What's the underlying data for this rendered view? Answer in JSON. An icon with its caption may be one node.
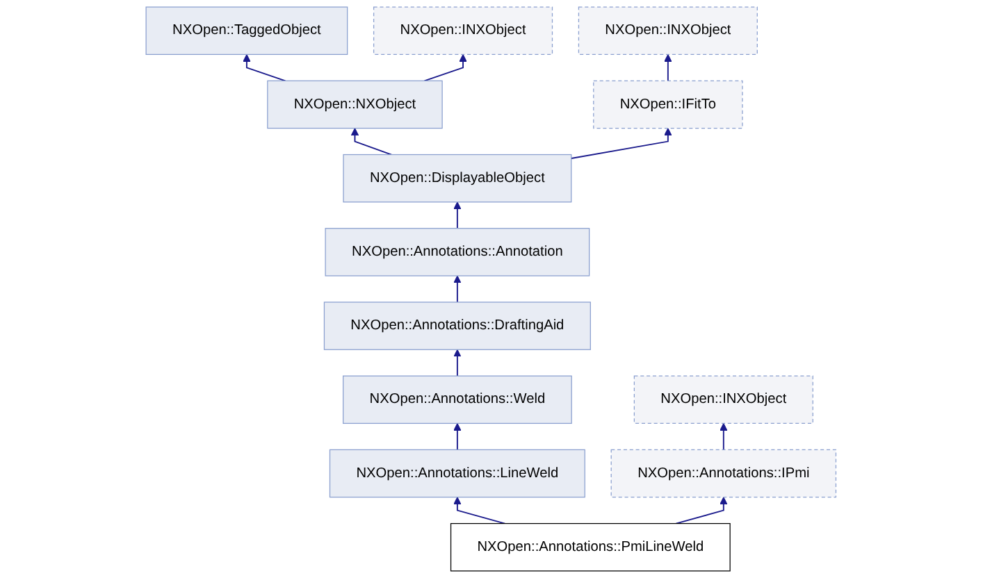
{
  "diagram": {
    "nodes": [
      {
        "text": [
          "NXOpen::TaggedObject"
        ]
      },
      {
        "text": [
          "NXOpen::INXObject"
        ]
      },
      {
        "text": [
          "NXOpen::INXObject"
        ]
      },
      {
        "text": [
          "NXOpen::NXObject"
        ]
      },
      {
        "text": [
          "NXOpen::IFitTo"
        ]
      },
      {
        "text": [
          "NXOpen::DisplayableObject"
        ]
      },
      {
        "text": [
          "NXOpen::Annotations::Annotation"
        ]
      },
      {
        "text": [
          "NXOpen::Annotations::DraftingAid"
        ]
      },
      {
        "text": [
          "NXOpen::Annotations::Weld"
        ]
      },
      {
        "text": [
          "NXOpen::INXObject"
        ]
      },
      {
        "text": [
          "NXOpen::Annotations::LineWeld"
        ]
      },
      {
        "text": [
          "NXOpen::Annotations::IPmi"
        ]
      },
      {
        "text": [
          "NXOpen::Annotations::PmiLineWeld"
        ]
      }
    ],
    "edges": [
      {
        "from": 3,
        "to": 0,
        "arrow": "to"
      },
      {
        "from": 3,
        "to": 1,
        "arrow": "to"
      },
      {
        "from": 4,
        "to": 2,
        "arrow": "to"
      },
      {
        "from": 5,
        "to": 3,
        "arrow": "to"
      },
      {
        "from": 5,
        "to": 4,
        "arrow": "to"
      },
      {
        "from": 6,
        "to": 5,
        "arrow": "to"
      },
      {
        "from": 7,
        "to": 6,
        "arrow": "to"
      },
      {
        "from": 8,
        "to": 7,
        "arrow": "to"
      },
      {
        "from": 10,
        "to": 8,
        "arrow": "to"
      },
      {
        "from": 11,
        "to": 9,
        "arrow": "to"
      },
      {
        "from": 12,
        "to": 10,
        "arrow": "to"
      },
      {
        "from": 12,
        "to": 11,
        "arrow": "to"
      }
    ]
  }
}
